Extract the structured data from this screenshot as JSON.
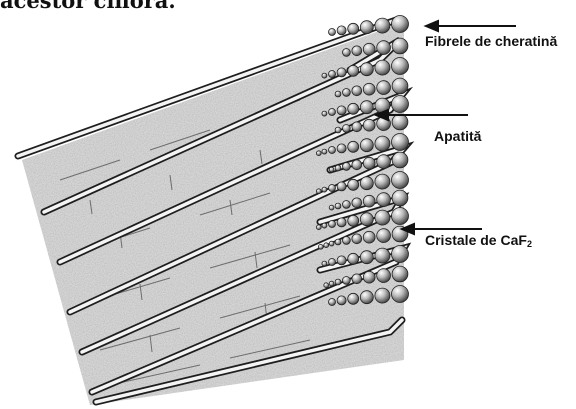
{
  "header_fragment": "acestor cifiora.",
  "labels": {
    "keratin": "Fibrele de cheratină",
    "apatite": "Apatită",
    "caf2_prefix": "Cristale de CaF",
    "caf2_subscript": "2"
  }
}
